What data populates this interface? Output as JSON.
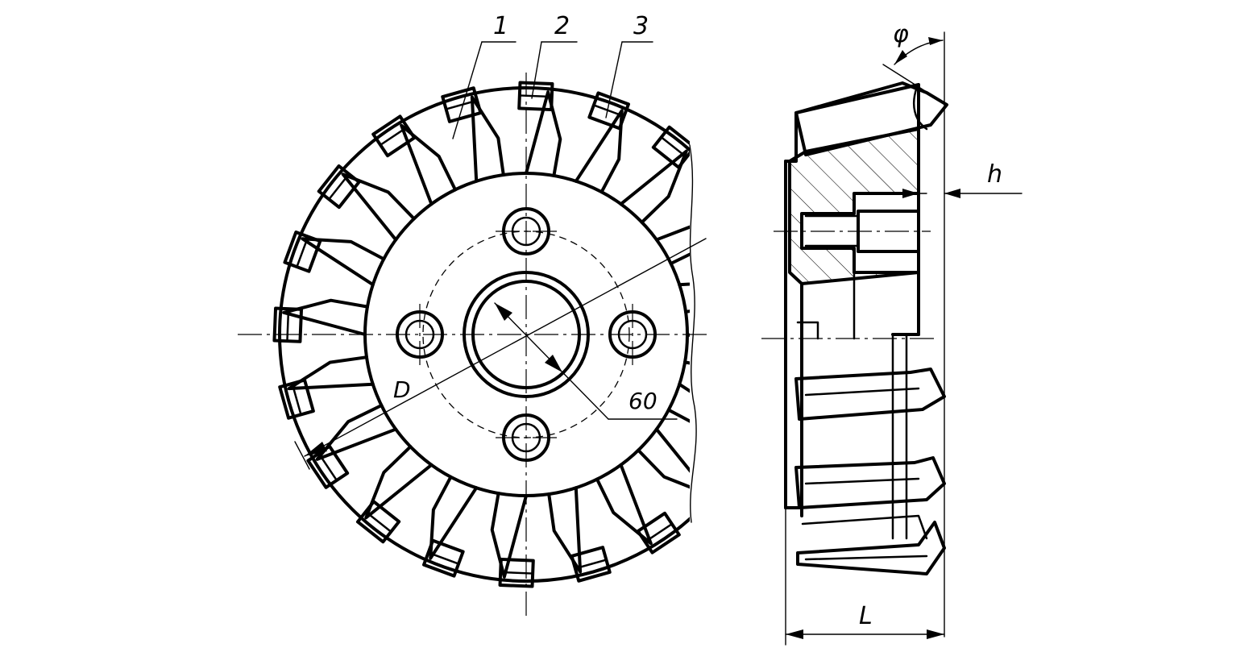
{
  "labels": {
    "part1": "1",
    "part2": "2",
    "part3": "3",
    "phi": "φ",
    "h": "h",
    "D": "D",
    "sixty": "60",
    "L": "L"
  },
  "colors": {
    "line": "#000000",
    "background": "#ffffff"
  }
}
